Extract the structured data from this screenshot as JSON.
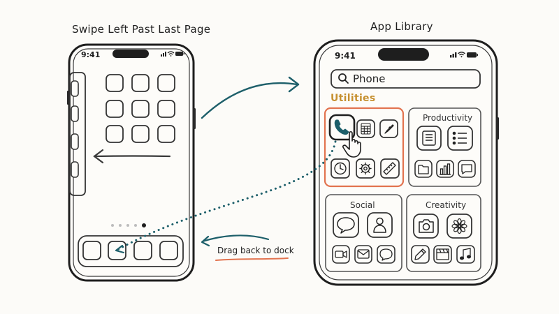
{
  "left_phone": {
    "title": "Swipe Left Past Last Page",
    "status_time": "9:41",
    "page_dots": {
      "count": 5,
      "active_index": 4
    }
  },
  "right_phone": {
    "title": "App Library",
    "status_time": "9:41",
    "search": {
      "value": "Phone",
      "icon": "search-icon"
    },
    "section_label": "Utilities",
    "folders": [
      {
        "label": "",
        "name": "utilities",
        "icons": [
          "phone-icon",
          "calculator-icon",
          "compass-icon",
          "clock-icon",
          "settings-gear-icon",
          "ruler-icon"
        ]
      },
      {
        "label": "Productivity",
        "name": "productivity",
        "icons": [
          "notes-icon",
          "list-icon",
          "folder-icon",
          "bar-chart-icon",
          "chat-bubble-icon"
        ]
      },
      {
        "label": "Social",
        "name": "social",
        "icons": [
          "message-bubble-icon",
          "contact-person-icon",
          "video-camera-icon",
          "mail-icon",
          "chat-bubble-icon"
        ]
      },
      {
        "label": "Creativity",
        "name": "creativity",
        "icons": [
          "camera-icon",
          "flower-photos-icon",
          "pencil-icon",
          "clapperboard-icon",
          "music-note-icon"
        ]
      }
    ]
  },
  "annotation": {
    "drag_caption": "Drag back to dock"
  },
  "colors": {
    "ink": "#222222",
    "arrow_teal": "#1d5f6a",
    "highlight_orange": "#e2734f",
    "section_gold": "#c6902f",
    "underline_orange": "#e2734f"
  }
}
